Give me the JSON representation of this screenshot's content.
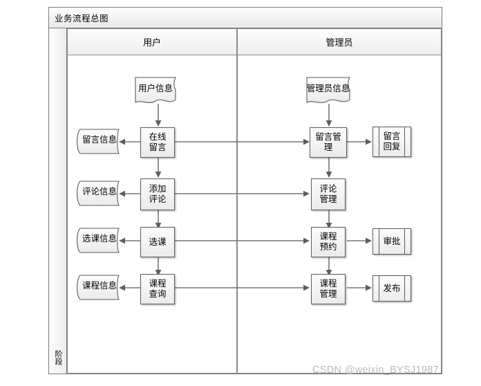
{
  "diagram": {
    "title": "业务流程总图",
    "phase_label": "阶段",
    "lanes": [
      {
        "id": "user",
        "label": "用户"
      },
      {
        "id": "admin",
        "label": "管理员"
      }
    ],
    "nodes": {
      "user_info": {
        "label": "用户信息",
        "shape": "document"
      },
      "admin_info": {
        "label": "管理员信息",
        "shape": "document"
      },
      "msg_info": {
        "label": "留言信息",
        "shape": "document"
      },
      "comment_info": {
        "label": "评论信息",
        "shape": "document"
      },
      "course_sel_info": {
        "label": "选课信息",
        "shape": "document"
      },
      "course_info": {
        "label": "课程信息",
        "shape": "document"
      },
      "online_msg": {
        "label": "在线留言",
        "shape": "process"
      },
      "add_comment": {
        "label": "添加评论",
        "shape": "process"
      },
      "select_course": {
        "label": "选课",
        "shape": "process"
      },
      "query_course": {
        "label": "课程查询",
        "shape": "process"
      },
      "msg_mgmt": {
        "label": "留言管理",
        "shape": "process"
      },
      "comment_mgmt": {
        "label": "评论管理",
        "shape": "process"
      },
      "course_booking": {
        "label": "课程预约",
        "shape": "process"
      },
      "course_mgmt": {
        "label": "课程管理",
        "shape": "process"
      },
      "msg_reply": {
        "label": "留言回复",
        "shape": "predefined-process"
      },
      "approve": {
        "label": "审批",
        "shape": "predefined-process"
      },
      "publish": {
        "label": "发布",
        "shape": "predefined-process"
      }
    },
    "edges": [
      {
        "from": "user_info",
        "to": "online_msg",
        "direction": "down"
      },
      {
        "from": "online_msg",
        "to": "add_comment",
        "direction": "down"
      },
      {
        "from": "add_comment",
        "to": "select_course",
        "direction": "down"
      },
      {
        "from": "select_course",
        "to": "query_course",
        "direction": "down"
      },
      {
        "from": "admin_info",
        "to": "msg_mgmt",
        "direction": "down"
      },
      {
        "from": "msg_mgmt",
        "to": "comment_mgmt",
        "direction": "down"
      },
      {
        "from": "comment_mgmt",
        "to": "course_booking",
        "direction": "down"
      },
      {
        "from": "course_booking",
        "to": "course_mgmt",
        "direction": "down"
      },
      {
        "from": "online_msg",
        "to": "msg_info",
        "direction": "left"
      },
      {
        "from": "add_comment",
        "to": "comment_info",
        "direction": "left"
      },
      {
        "from": "select_course",
        "to": "course_sel_info",
        "direction": "left"
      },
      {
        "from": "query_course",
        "to": "course_info",
        "direction": "left"
      },
      {
        "from": "online_msg",
        "to": "msg_mgmt",
        "direction": "right"
      },
      {
        "from": "add_comment",
        "to": "comment_mgmt",
        "direction": "right"
      },
      {
        "from": "select_course",
        "to": "course_booking",
        "direction": "right"
      },
      {
        "from": "query_course",
        "to": "course_mgmt",
        "direction": "right"
      },
      {
        "from": "msg_mgmt",
        "to": "msg_reply",
        "direction": "right"
      },
      {
        "from": "course_booking",
        "to": "approve",
        "direction": "right"
      },
      {
        "from": "course_mgmt",
        "to": "publish",
        "direction": "right"
      }
    ]
  },
  "watermark": {
    "text": "CSDN @weixin_BYSJ1987"
  },
  "colors": {
    "frame_border": "#7a7a7a",
    "shape_border": "#5a5a5a",
    "shape_fill": "#f2f2f2",
    "connector": "#757575",
    "watermark": "#b9b9b9"
  }
}
